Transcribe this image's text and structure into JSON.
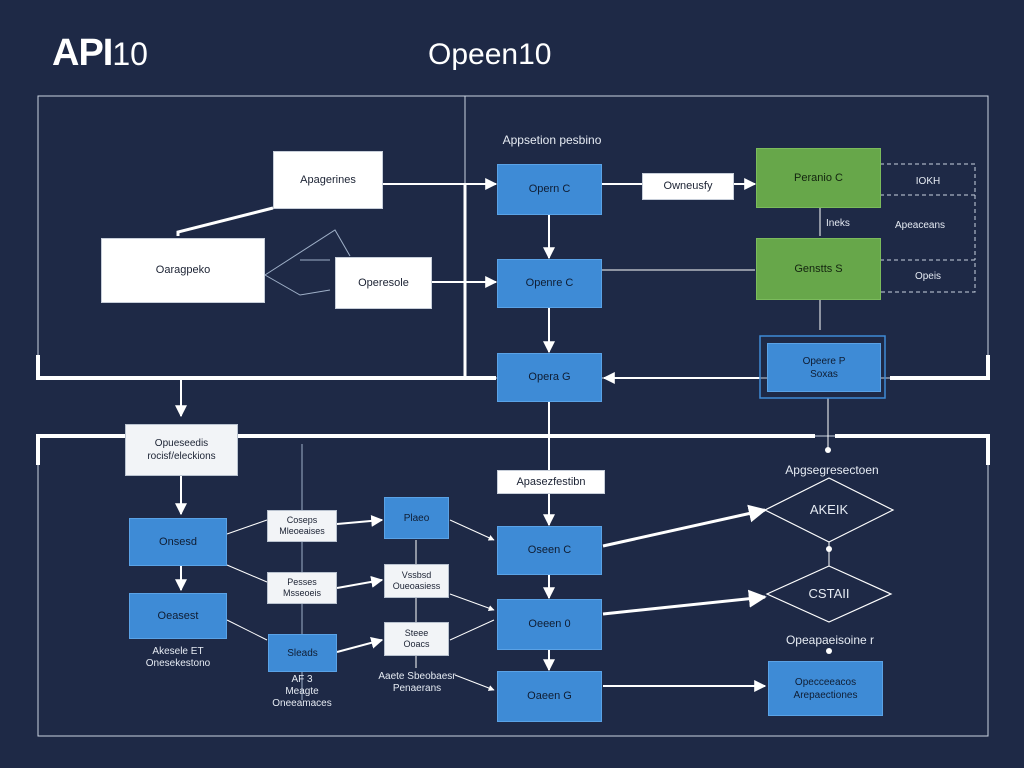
{
  "header": {
    "title_bold": "API",
    "title_thin": "10",
    "center_title": "Opeen10"
  },
  "top_section": {
    "caption": "Appsetion pesbino",
    "box_apagerines": "Apagerines",
    "box_oaragpeko": "Oaragpeko",
    "box_operesole": "Operesole",
    "box_open_c_1": "Opern C",
    "box_open_c_2": "Openre C",
    "box_open_g": "Opera G",
    "box_ownetsfy": "Owneusfy",
    "green_1": "Peranio C",
    "green_2": "Genstts S",
    "side_top": "IOKH",
    "side_mid_left": "Ineks",
    "side_mid_right": "Apeaceans",
    "side_low": "Opeis",
    "framed_blue": "Opeere P\nSoxas"
  },
  "bottom_section": {
    "header_box": "Opueseedis\nrocisf/eleckions",
    "caption_center": "Apasezfestibn",
    "caption_right": "Apgsegresectoen",
    "left_blue_1": "Onsesd",
    "left_blue_2": "Oeasest",
    "left_caption": "Akesele ET\nOnesekestono",
    "small_white_1": "Coseps\nMleoeaises",
    "small_white_2": "Pesses\nMsseoeis",
    "small_blue": "Sleads",
    "small_caption": "AF 3\nMeagte\nOneeamaces",
    "mid_blue": "Plaeo",
    "mid_white_1": "Vssbsd\nOueoasiess",
    "mid_white_2": "Steee\nOoacs",
    "mid_caption": "Aaete Sbeobaesr\nPenaerans",
    "center_blue_1": "Oseen C",
    "center_blue_2": "Oeeen 0",
    "center_blue_3": "Oaeen G",
    "diamond_1": "AKEIK",
    "diamond_2": "CSTAII",
    "right_caption": "Opeapaeisoine r",
    "right_blue": "Opecceeacos\nArepaectiones"
  }
}
